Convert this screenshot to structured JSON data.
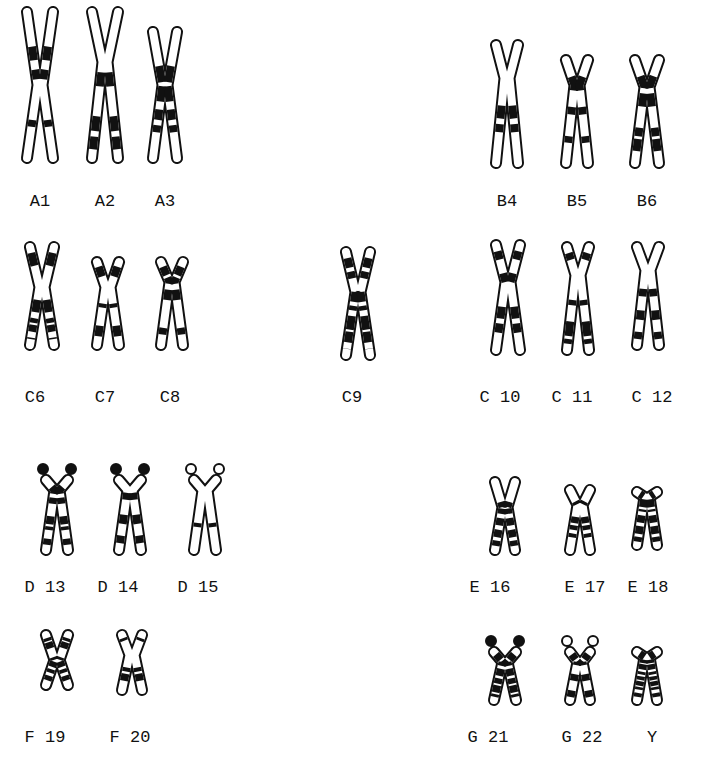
{
  "diagram": {
    "labels": [
      "A1",
      "A2",
      "A3",
      "B4",
      "B5",
      "B6",
      "C6",
      "C7",
      "C8",
      "C9",
      "C 10",
      "C 11",
      "C 12",
      "D 13",
      "D 14",
      "D 15",
      "E 16",
      "E 17",
      "E 18",
      "F 19",
      "F 20",
      "G 21",
      "G 22",
      "Y"
    ]
  }
}
